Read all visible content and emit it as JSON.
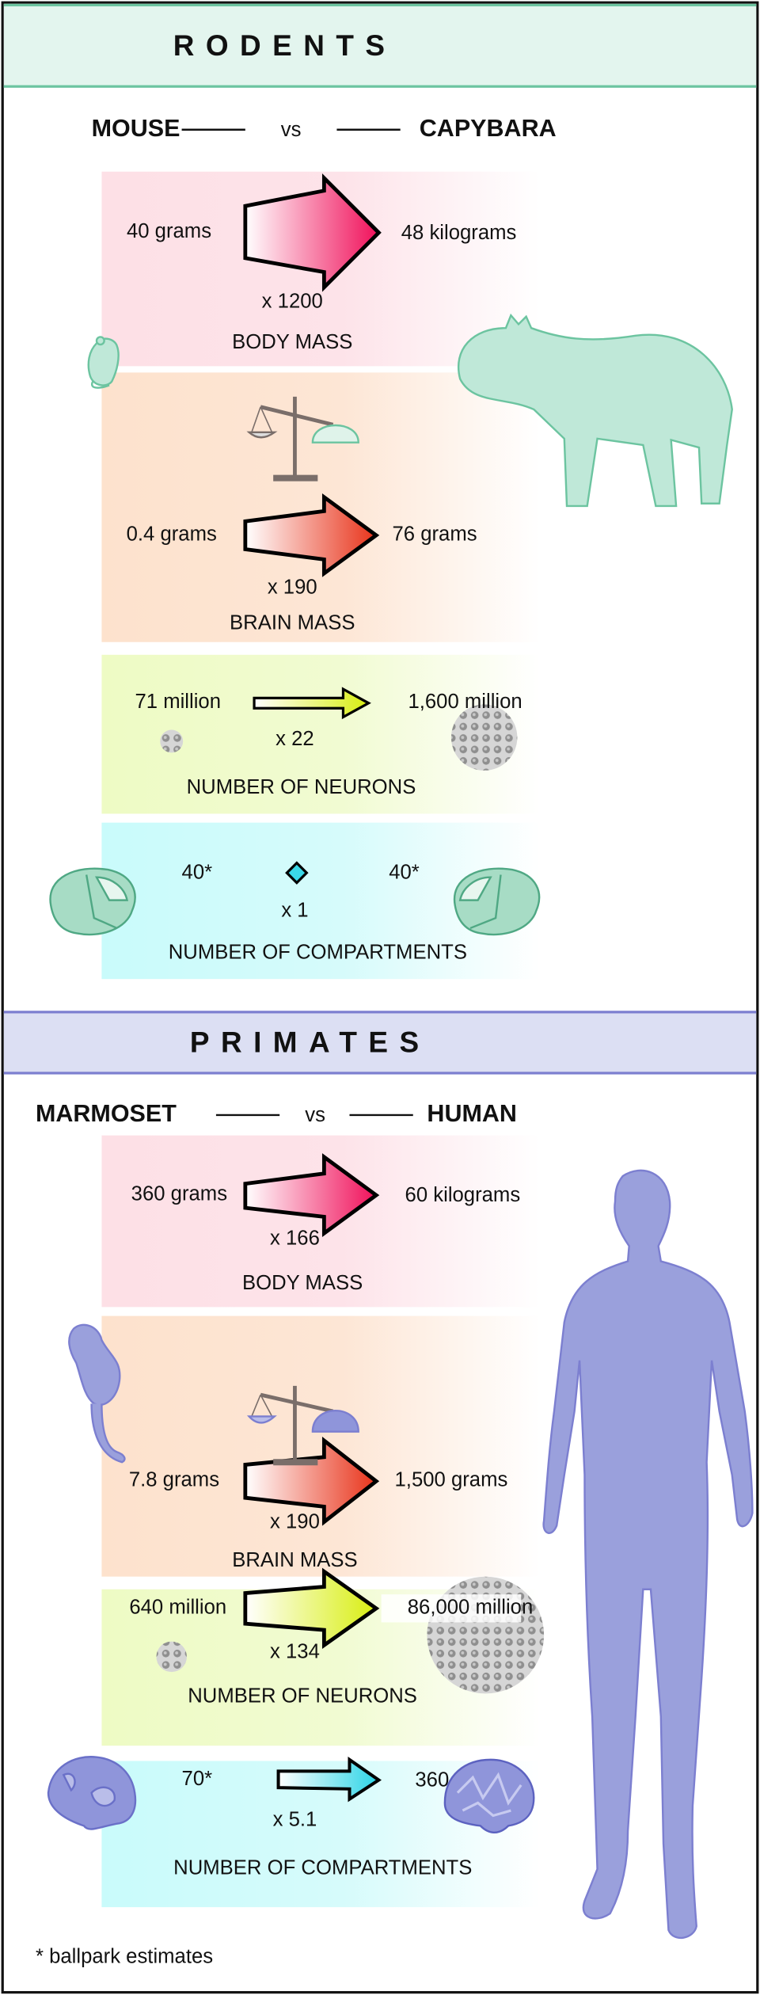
{
  "sections": [
    {
      "title": "RODENTS",
      "left_species": "MOUSE",
      "vs": "vs",
      "right_species": "CAPYBARA",
      "rows": [
        {
          "from": "40 grams",
          "to": "48 kilograms",
          "factor": "x 1200",
          "label": "BODY MASS"
        },
        {
          "from": "0.4 grams",
          "to": "76 grams",
          "factor": "x 190",
          "label": "BRAIN MASS"
        },
        {
          "from": "71 million",
          "to": "1,600 million",
          "factor": "x 22",
          "label": "NUMBER OF NEURONS"
        },
        {
          "from": "40*",
          "to": "40*",
          "factor": "x 1",
          "label": "NUMBER OF COMPARTMENTS"
        }
      ]
    },
    {
      "title": "PRIMATES",
      "left_species": "MARMOSET",
      "vs": "vs",
      "right_species": "HUMAN",
      "rows": [
        {
          "from": "360 grams",
          "to": "60 kilograms",
          "factor": "x 166",
          "label": "BODY MASS"
        },
        {
          "from": "7.8 grams",
          "to": "1,500 grams",
          "factor": "x 190",
          "label": "BRAIN MASS"
        },
        {
          "from": "640 million",
          "to": "86,000 million",
          "factor": "x 134",
          "label": "NUMBER OF NEURONS"
        },
        {
          "from": "70*",
          "to": "360",
          "factor": "x 5.1",
          "label": "NUMBER OF COMPARTMENTS"
        }
      ]
    }
  ],
  "footnote": "* ballpark estimates",
  "colors": {
    "rodent_accent": "#6cc4a0",
    "rodent_fill": "#bfe8d8",
    "primate_accent": "#7c7fd0",
    "primate_fill": "#9aa0dc",
    "body_arrow": "#f0105a",
    "brain_arrow": "#e8331a",
    "neuron_arrow": "#e0f020",
    "compartment_arrow": "#3ad8e8"
  }
}
